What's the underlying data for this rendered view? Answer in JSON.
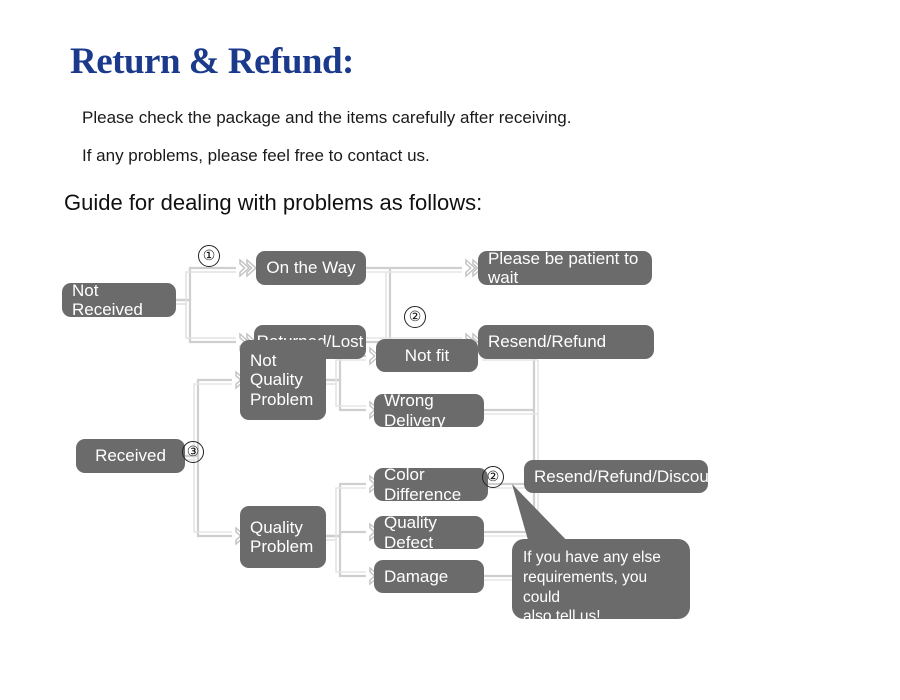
{
  "header": {
    "title": "Return & Refund:",
    "line1": "Please check the package and the items carefully after receiving.",
    "line2": "If any problems, please feel free to contact us.",
    "guide": "Guide for dealing with problems as follows:"
  },
  "colors": {
    "title": "#1b3a8c",
    "node_fill": "#6b6b6b",
    "node_text": "#ffffff",
    "connector": "#c9c9c9",
    "background": "#ffffff"
  },
  "flow": {
    "nodes": {
      "not_received": "Not Received",
      "on_the_way": "On the Way",
      "returned_lost": "Returned/Lost",
      "please_wait": "Please be patient to wait",
      "resend_refund": "Resend/Refund",
      "received": "Received",
      "not_quality_problem": "Not\nQuality\nProblem",
      "quality_problem": "Quality\nProblem",
      "not_fit": "Not fit",
      "wrong_delivery": "Wrong Delivery",
      "color_difference": "Color Difference",
      "quality_defect": "Quality Defect",
      "damage": "Damage",
      "resend_refund_discount": "Resend/Refund/Discount"
    },
    "steps": {
      "one": "①",
      "two_top": "②",
      "three": "③",
      "two_bottom": "②"
    },
    "bubble": "If you have any else\nrequirements, you could\nalso tell us!"
  }
}
